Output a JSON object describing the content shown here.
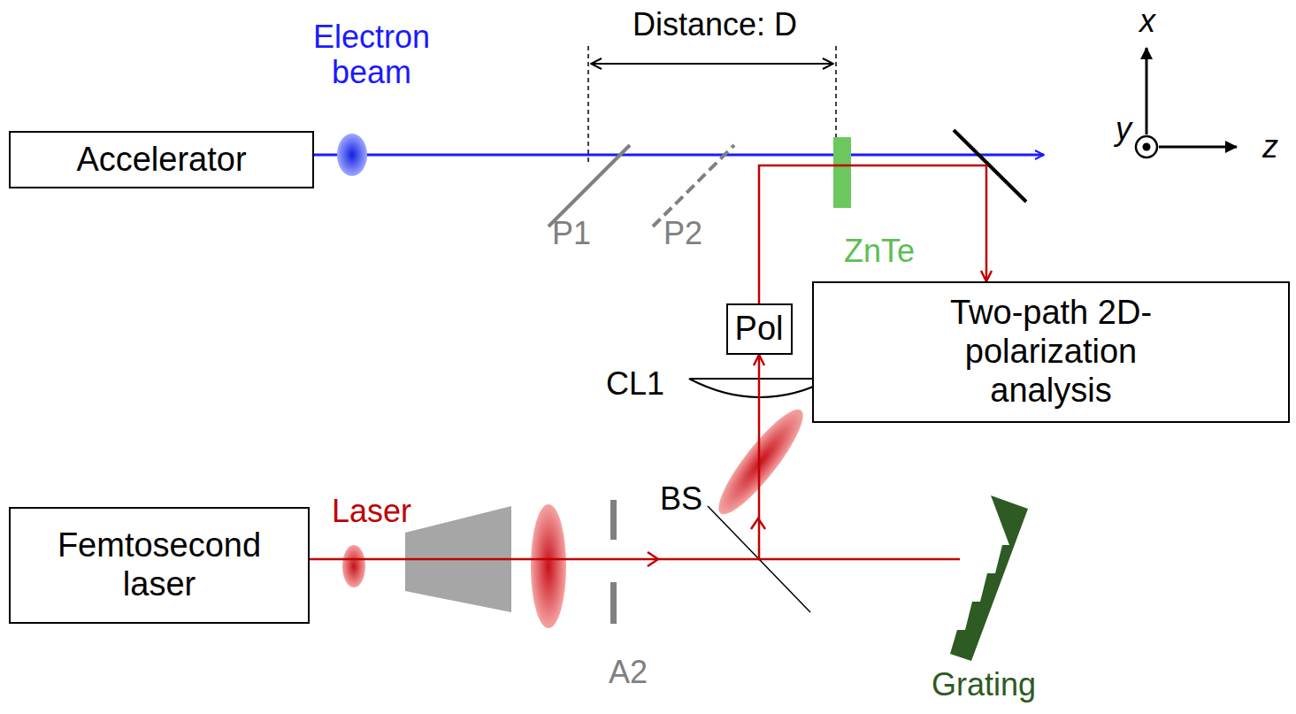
{
  "diagram": {
    "nodes": [
      {
        "text": [
          "Accelerator"
        ]
      },
      {
        "text": [
          "Pol"
        ]
      },
      {
        "text": [
          "Two-path 2D-polarization analysis"
        ]
      },
      {
        "text": [
          "Femtosecond laser"
        ]
      }
    ],
    "edges": [
      {
        "from": 3,
        "to": 1,
        "arrow": "to"
      },
      {
        "from": 1,
        "to": 2,
        "arrow": "to"
      }
    ],
    "labels": [
      "Electron beam",
      "Distance: D",
      "x",
      "y",
      "z",
      "P1",
      "P2",
      "ZnTe",
      "CL1",
      "Laser",
      "BS",
      "A2",
      "Grating"
    ]
  }
}
